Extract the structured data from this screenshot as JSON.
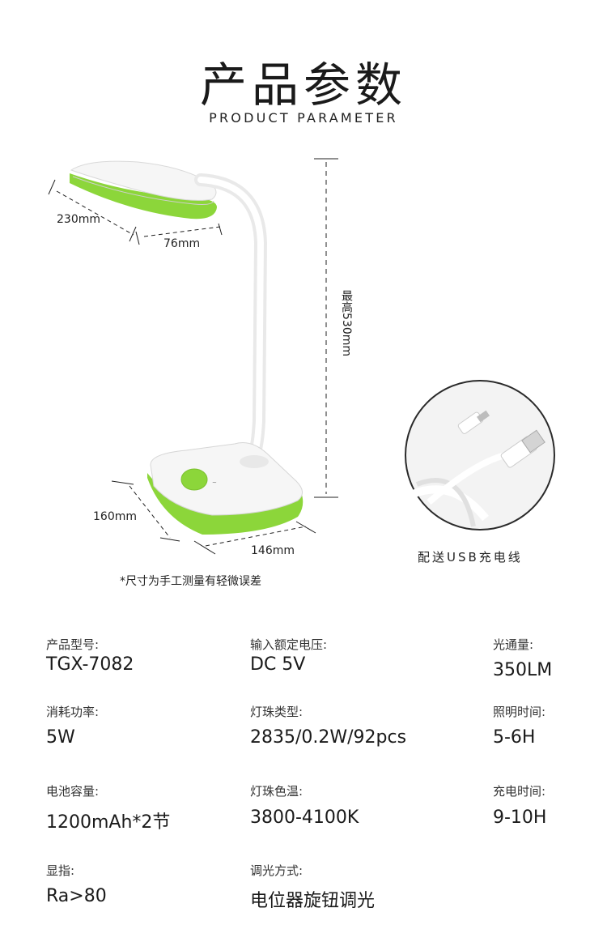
{
  "header": {
    "title": "产品参数",
    "subtitle": "PRODUCT PARAMETER"
  },
  "dimensions": {
    "lamp_head_length": "230mm",
    "lamp_head_width": "76mm",
    "max_height": "最高530mm",
    "base_depth": "160mm",
    "base_width": "146mm"
  },
  "note": "*尺寸为手工测量有轻微误差",
  "accessory_caption": "配送USB充电线",
  "colors": {
    "accent_green": "#8cd63a",
    "lamp_white": "#f4f4f4"
  },
  "specs": [
    {
      "label": "产品型号:",
      "value": "TGX-7082"
    },
    {
      "label": "输入额定电压:",
      "value": "DC 5V"
    },
    {
      "label": "光通量:",
      "value": "350LM"
    },
    {
      "label": "消耗功率:",
      "value": "5W"
    },
    {
      "label": "灯珠类型:",
      "value": "2835/0.2W/92pcs"
    },
    {
      "label": "照明时间:",
      "value": "5-6H"
    },
    {
      "label": "电池容量:",
      "value": "1200mAh*2节"
    },
    {
      "label": "灯珠色温:",
      "value": "3800-4100K"
    },
    {
      "label": "充电时间:",
      "value": "9-10H"
    },
    {
      "label": "显指:",
      "value": "Ra>80"
    },
    {
      "label": "调光方式:",
      "value": "电位器旋钮调光"
    }
  ]
}
